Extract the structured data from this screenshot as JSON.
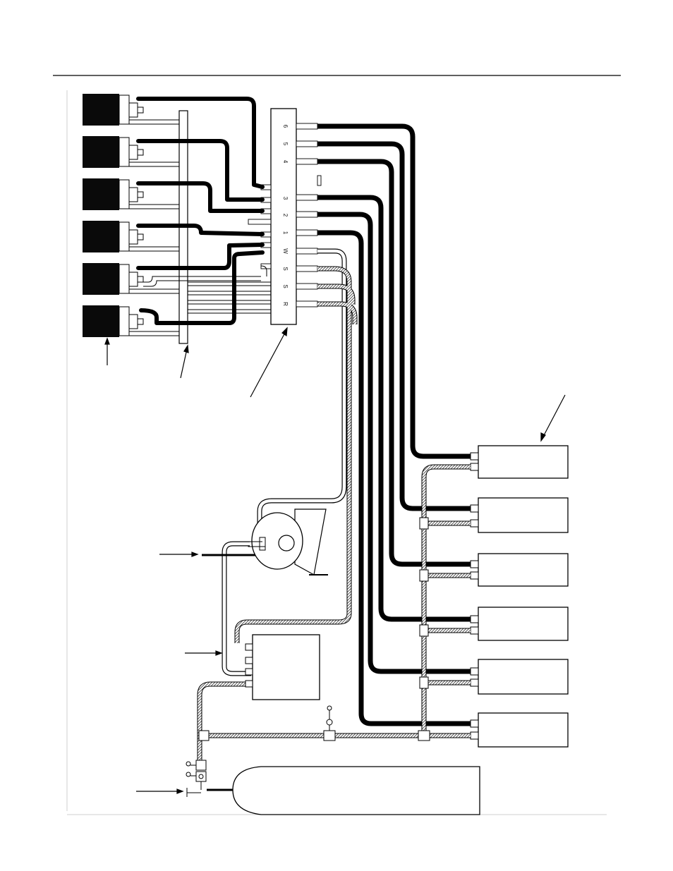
{
  "diagram": {
    "terminal_block_labels": [
      "6",
      "5",
      "4",
      "3",
      "2",
      "1",
      "W",
      "S",
      "S",
      "R"
    ]
  }
}
